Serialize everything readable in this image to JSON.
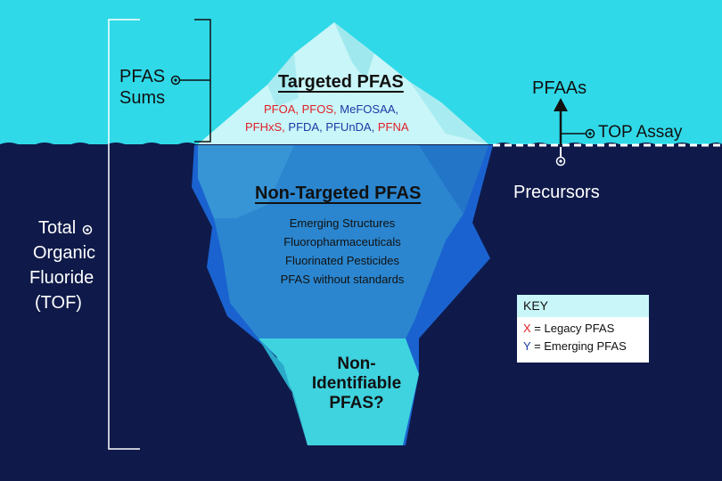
{
  "colors": {
    "sky": "#2fd9e8",
    "ocean": "#0f1a4a",
    "legacy": "#e01f26",
    "emerging": "#1a3aa6",
    "iceTop": "#c9f6f8",
    "iceMid": "#2b86cf",
    "iceDeep": "#1a62d0",
    "iceBottom": "#3fd2df"
  },
  "left_labels": {
    "pfas_sums": [
      "PFAS",
      "Sums"
    ],
    "tof": [
      "Total",
      "Organic",
      "Fluoride",
      "(TOF)"
    ]
  },
  "iceberg": {
    "targeted": {
      "title": "Targeted PFAS",
      "line1": [
        {
          "text": "PFOA",
          "type": "legacy"
        },
        {
          "text": ", ",
          "type": "legacy"
        },
        {
          "text": "PFOS",
          "type": "legacy"
        },
        {
          "text": ", ",
          "type": "legacy"
        },
        {
          "text": "MeFOSAA",
          "type": "emerging"
        },
        {
          "text": ",",
          "type": "emerging"
        }
      ],
      "line2": [
        {
          "text": "PFHxS",
          "type": "legacy"
        },
        {
          "text": ", ",
          "type": "legacy"
        },
        {
          "text": "PFDA",
          "type": "emerging"
        },
        {
          "text": ", ",
          "type": "emerging"
        },
        {
          "text": "PFUnDA",
          "type": "emerging"
        },
        {
          "text": ", ",
          "type": "emerging"
        },
        {
          "text": "PFNA",
          "type": "legacy"
        }
      ]
    },
    "non_targeted": {
      "title": "Non-Targeted PFAS",
      "items": [
        "Emerging Structures",
        "Fluoropharmaceuticals",
        "Fluorinated Pesticides",
        "PFAS without standards"
      ]
    },
    "non_identifiable": [
      "Non-",
      "Identifiable",
      "PFAS?"
    ]
  },
  "right_labels": {
    "pfaas": "PFAAs",
    "top_assay": "TOP Assay",
    "precursors": "Precursors"
  },
  "key": {
    "title": "KEY",
    "rows": [
      {
        "symbol": "X",
        "label": "= Legacy PFAS",
        "type": "legacy"
      },
      {
        "symbol": "Y",
        "label": "= Emerging PFAS",
        "type": "emerging"
      }
    ]
  }
}
